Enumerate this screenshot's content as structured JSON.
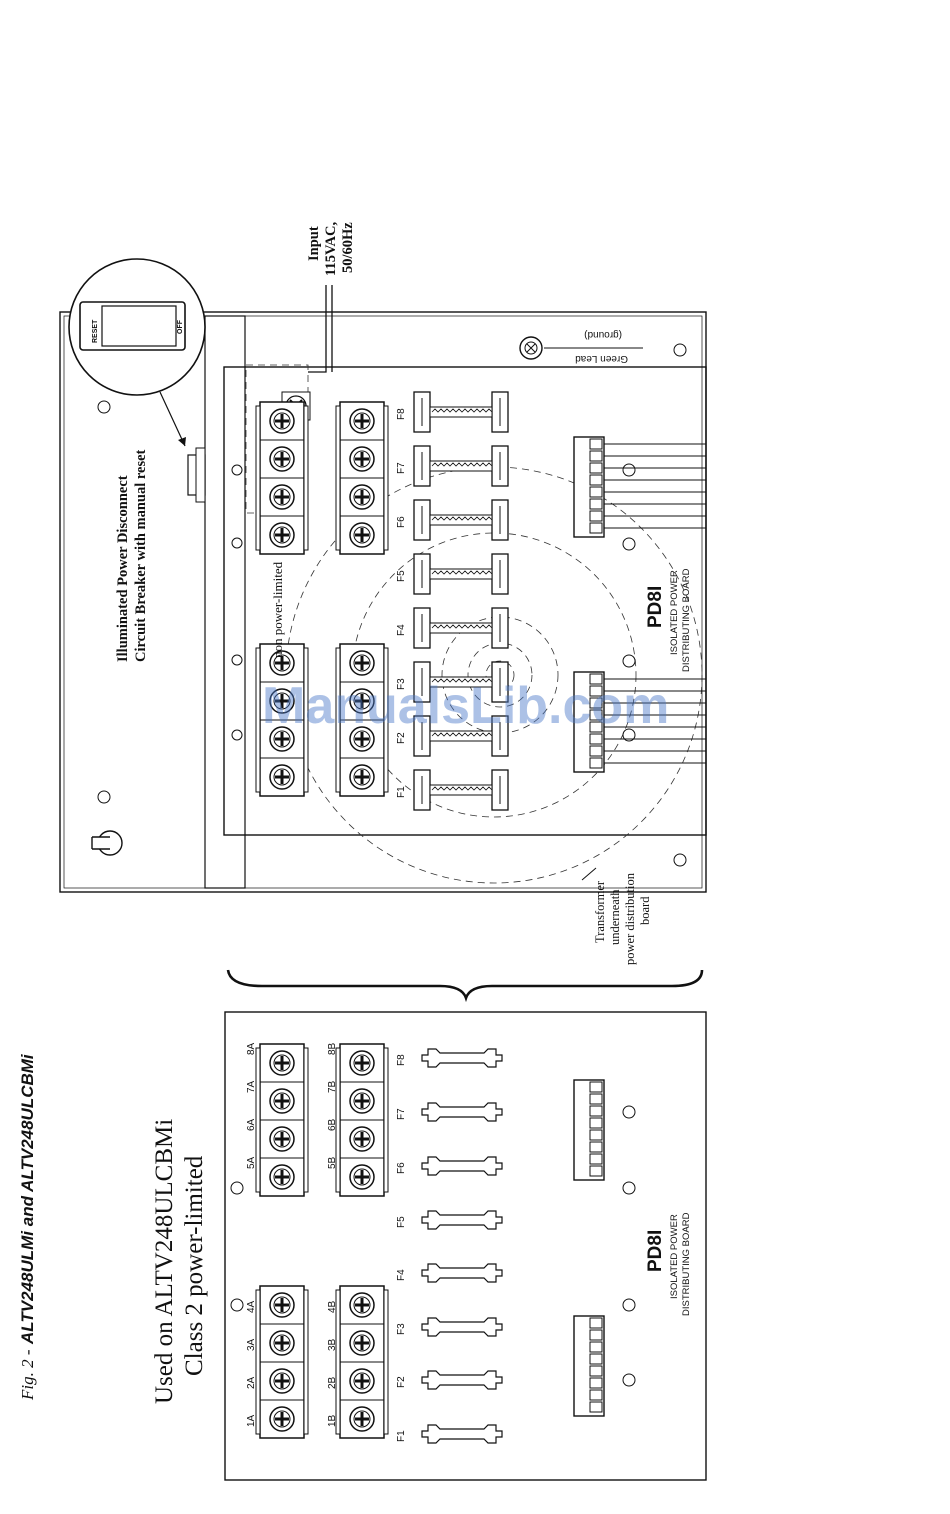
{
  "caption": {
    "fig": "Fig. 2 -",
    "models": "ALTV248ULMi and ALTV248ULCBMi"
  },
  "upper": {
    "input_line1": "Input",
    "input_line2": "115VAC,",
    "input_line3": "50/60Hz",
    "breaker_line1": "Illuminated Power Disconnect",
    "breaker_line2": "Circuit Breaker with manual reset",
    "switch_reset": "RESET",
    "switch_off": "OFF",
    "non_power_limited": "non power-limited",
    "green_lead": "Green Lead",
    "ground": "(ground)",
    "transformer_line1": "Transformer",
    "transformer_line2": "underneath",
    "transformer_line3": "power distribution",
    "transformer_line4": "board",
    "fuses": [
      "F1",
      "F2",
      "F3",
      "F4",
      "F5",
      "F6",
      "F7",
      "F8"
    ],
    "board_name": "PD8I",
    "board_line1": "ISOLATED POWER",
    "board_line2": "DISTRIBUTING BOARD"
  },
  "lower": {
    "used_on_line1": "Used on ALTV248ULCBMi",
    "used_on_line2": "Class 2 power-limited",
    "terminals_a": [
      "1A",
      "2A",
      "3A",
      "4A",
      "5A",
      "6A",
      "7A",
      "8A"
    ],
    "terminals_b": [
      "1B",
      "2B",
      "3B",
      "4B",
      "5B",
      "6B",
      "7B",
      "8B"
    ],
    "fuses": [
      "F1",
      "F2",
      "F3",
      "F4",
      "F5",
      "F6",
      "F7",
      "F8"
    ],
    "board_name": "PD8I",
    "board_line1": "ISOLATED POWER",
    "board_line2": "DISTRIBUTING BOARD"
  },
  "watermark": "ManualsLib.com"
}
